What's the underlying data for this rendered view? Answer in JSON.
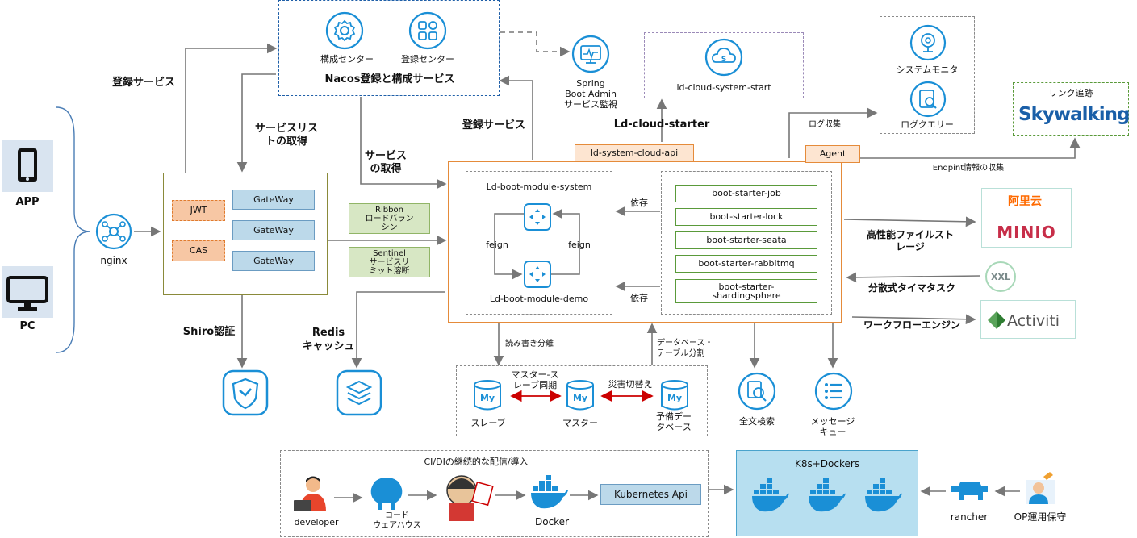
{
  "clients": {
    "app": "APP",
    "pc": "PC"
  },
  "nginx": "nginx",
  "nacos": {
    "config": "構成センター",
    "registry": "登録センター",
    "title": "Nacos登録と構成サービス"
  },
  "labels": {
    "register_left": "登録サービス",
    "service_list": "サービスリス\nトの取得",
    "service_get": "サービス\nの取得",
    "register_mid": "登録サービス",
    "shiro": "Shiro認証",
    "redis": "Redis\nキャッシュ"
  },
  "gateway": {
    "jwt": "JWT",
    "cas": "CAS",
    "gateways": [
      "GateWay",
      "GateWay",
      "GateWay"
    ]
  },
  "middleware": {
    "ribbon": "Ribbon\nロードバラン\nシン",
    "sentinel": "Sentinel\nサービスリ\nミット溶断"
  },
  "spring_admin": "Spring\nBoot Admin\nサービス監視",
  "cloud": {
    "start": "ld-cloud-system-start",
    "starter": "Ld-cloud-starter",
    "api": "ld-system-cloud-api"
  },
  "agent": "Agent",
  "monitor": {
    "system": "システムモニタ",
    "log": "ログクエリー",
    "log_collect": "ログ収集"
  },
  "skywalking": {
    "title": "リンク追跡",
    "logo": "Skywalking",
    "endpoint": "Endpint情報の収集"
  },
  "modules": {
    "system": "Ld-boot-module-system",
    "demo": "Ld-boot-module-demo",
    "feign_left": "feign",
    "feign_right": "feign",
    "dep1": "依存",
    "dep2": "依存"
  },
  "starters": [
    "boot-starter-job",
    "boot-starter-lock",
    "boot-starter-seata",
    "boot-starter-rabbitmq",
    "boot-starter-\nshardingsphere"
  ],
  "right": {
    "file_storage": "高性能ファイルスト\nレージ",
    "scheduler": "分散式タイマタスク",
    "workflow": "ワークフローエンジン",
    "aliyun": "阿里云",
    "minio": "MINIO",
    "xxl": "XXL",
    "activiti": "Activiti"
  },
  "db": {
    "rw_split": "読み書き分離",
    "sharding": "データベース・\nテーブル分割",
    "master_slave": "マスター-ス\nレーブ同期",
    "disaster": "災害切替え",
    "slave": "スレーブ",
    "master": "マスター",
    "backup": "予備デー\nタベース",
    "my": "My"
  },
  "search": "全文検索",
  "mq": "メッセージ\nキュー",
  "cicd": {
    "title": "CI/DIの継続的な配信/導入",
    "developer": "developer",
    "repo": "コード\nウェアハウス",
    "docker": "Docker",
    "k8s_api": "Kubernetes Api"
  },
  "k8s": {
    "title": "K8s+Dockers",
    "rancher": "rancher",
    "ops": "OP運用保守"
  },
  "colors": {
    "blue": "#1a8fd6",
    "orange": "#e58b3a",
    "green": "#5a9a3a",
    "gray": "#8a8a8a"
  }
}
